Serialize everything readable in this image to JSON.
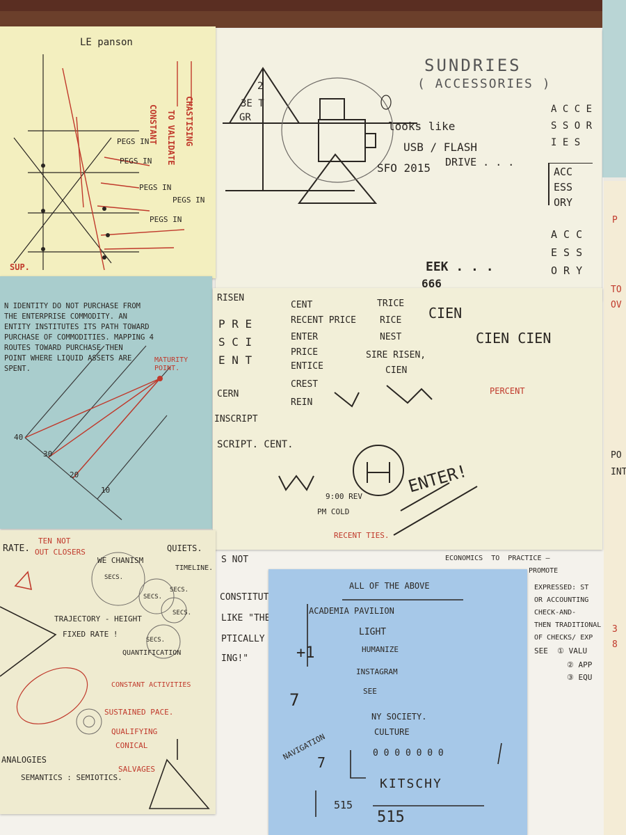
{
  "colors": {
    "background_wood": "#8a5a3c",
    "paper_white": "#f4f2ec",
    "note_yellow": "#f3efbf",
    "note_cream": "#f2efd8",
    "note_blue": "#a6c8e8",
    "note_teal": "#a9cdcd",
    "ink_dark": "#2a2622",
    "ink_red": "#c0392b",
    "pencil": "#6e6a66"
  },
  "notes": {
    "yellow_grid": {
      "title": "LE panson",
      "labels": [
        "PEGS IN",
        "PEGS IN",
        "PEGS IN",
        "PEGS IN",
        "PEGS IN"
      ],
      "side_text": [
        "CONSTANT",
        "TO VALIDATE",
        "CHASTISING"
      ],
      "footer": "SUP."
    },
    "sundries": {
      "title": "SUNDRIES",
      "subtitle": "( ACCESSORIES )",
      "triangle_text": [
        "2",
        "3E T",
        "GR"
      ],
      "notes": [
        "looks like",
        "USB / FLASH",
        "DRIVE . . .",
        "SFO 2015"
      ],
      "column": [
        "ACC",
        "ESS",
        "ORY"
      ],
      "column2": [
        "A C C",
        "E S S",
        "O R Y"
      ],
      "column_top": [
        "A C C E",
        "S S O R",
        "I E S"
      ],
      "bottom": "EEK . . .",
      "bottom_num": "666"
    },
    "teal": {
      "text": "N IDENTITY DO NOT PURCHASE FROM\nTHE ENTERPRISE COMMODITY. AN\nENTITY INSTITUTES ITS PATH TOWARD\nPURCHASE OF COMMODITIES. MAPPING 4\nROUTES TOWARD PURCHASE THEN\nPOINT WHERE LIQUID ASSETS ARE\nSPENT.",
      "maturity_label": "MATURITY\nPOINT.",
      "axis": [
        "40",
        "30",
        "20",
        "10"
      ]
    },
    "present": {
      "col1": [
        "RISEN",
        "P R E",
        "S C I",
        "E N T",
        "CERN",
        "INSCRIPT",
        "SCRIPT. CENT."
      ],
      "col2": [
        "CENT",
        "RECENT PRICE",
        "ENTER",
        "PRICE",
        "ENTICE",
        "CREST",
        "REIN"
      ],
      "col3": [
        "TRICE",
        "RICE",
        "NEST",
        "SIRE RISEN,",
        "CIEN"
      ],
      "col4": [
        "CIEN",
        "CIEN CIEN"
      ],
      "percent": "PERCENT",
      "enter": "ENTER!",
      "time": "9:00 REV",
      "time2": "PM COLD",
      "recent": "RECENT TIES."
    },
    "bottom_left": {
      "rate": "RATE.",
      "red_top": [
        "TEN NOT",
        "OUT CLOSERS"
      ],
      "mid": [
        "WE CHANISM",
        "QUIETS.",
        "TIMELINE."
      ],
      "secs": [
        "SECS.",
        "SECS.",
        "SECS.",
        "SECS.",
        "SECS."
      ],
      "trajectory": "TRAJECTORY - HEIGHT",
      "fixed": "FIXED RATE !",
      "quant": "QUANTIFICATION",
      "red_bottom": [
        "CONSTANT ACTIVITIES",
        "SUSTAINED PACE.",
        "QUALIFYING",
        "CONICAL",
        "SALVAGES"
      ],
      "footer": [
        "ANALOGIES",
        "SEMANTICS : SEMIOTICS."
      ]
    },
    "blue": {
      "title": "ALL OF THE ABOVE",
      "lines": [
        "ACADEMIA PAVILION",
        "LIGHT",
        "HUMANIZE",
        "INSTAGRAM",
        "SEE",
        "NY SOCIETY.",
        "CULTURE",
        "0 0 0 0 0 0 0",
        "KITSCHY"
      ],
      "side": [
        "+1",
        "7",
        "7",
        "NAVIGATION"
      ],
      "footer": "515",
      "footer2": "515"
    },
    "paper_right": {
      "lines": [
        "ECONOMICS  TO  PRACTICE —",
        "PROMOTE",
        "EXPRESSED: ST",
        "OR ACCOUNTING",
        "CHECK-AND-",
        "THEN TRADITIONAL",
        "OF CHECKS/ EXP",
        "SEE  ① VALU",
        "② APP",
        "③ EQU"
      ]
    },
    "paper_left": {
      "lines": [
        "S NOT",
        "CONSTITUTES",
        "LIKE \"THE",
        "PTICALLY",
        "ING!\""
      ]
    },
    "far_right": {
      "lines": [
        "P",
        "TO",
        "OV",
        "PO",
        "INT",
        "3",
        "8"
      ]
    }
  }
}
